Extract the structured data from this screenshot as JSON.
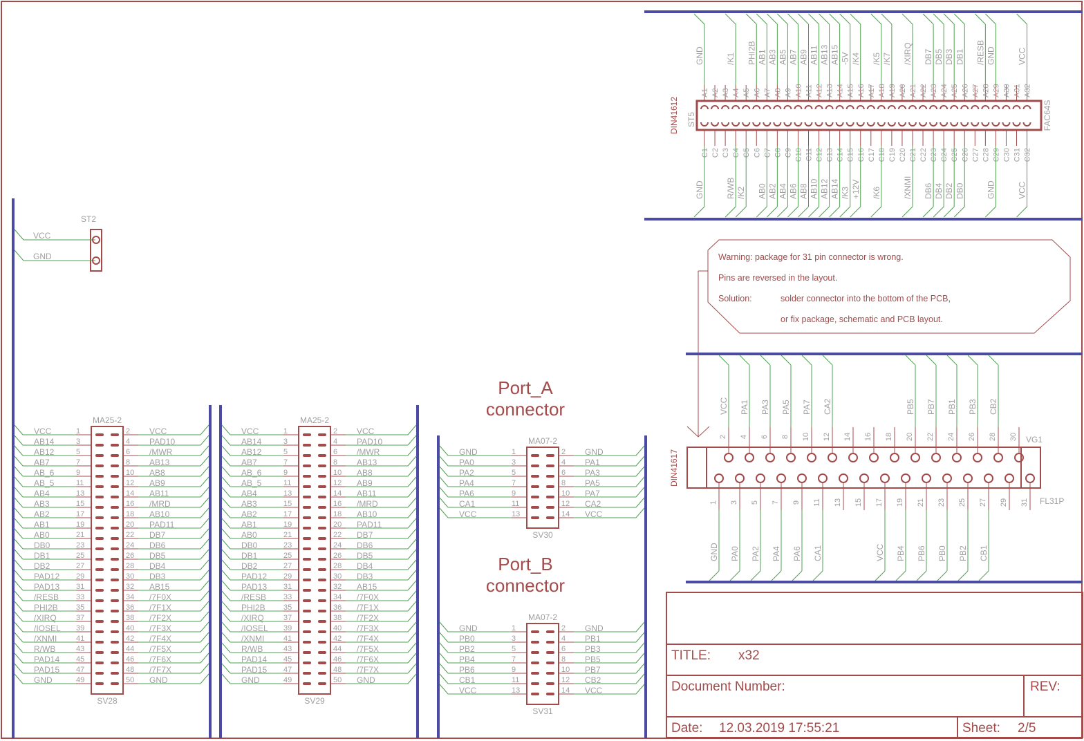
{
  "colors": {
    "frame": "#a34b4b",
    "bus": "#4b4ba3",
    "wire": "#4ea04e",
    "label": "#a0a0a0"
  },
  "st2": {
    "name": "ST2",
    "pins": [
      "VCC",
      "GND"
    ]
  },
  "headers": [
    {
      "id": "sv28",
      "name": "SV28",
      "value": "MA25-2",
      "left": [
        "VCC",
        "AB14",
        "AB12",
        "AB7",
        "AB_6",
        "AB_5",
        "AB4",
        "AB3",
        "AB2",
        "AB1",
        "AB0",
        "DB0",
        "DB1",
        "DB2",
        "PAD12",
        "PAD13",
        "/RESB",
        "PHI2B",
        "/XIRQ",
        "/IOSEL",
        "/XNMI",
        "R/WB",
        "PAD14",
        "PAD15",
        "GND"
      ],
      "right": [
        "VCC",
        "PAD10",
        "/MWR",
        "AB13",
        "AB8",
        "AB9",
        "AB11",
        "/MRD",
        "AB10",
        "PAD11",
        "DB7",
        "DB6",
        "DB5",
        "DB4",
        "DB3",
        "AB15",
        "/7F0X",
        "/7F1X",
        "/7F2X",
        "/7F3X",
        "/7F4X",
        "/7F5X",
        "/7F6X",
        "/7F7X",
        "GND"
      ]
    },
    {
      "id": "sv29",
      "name": "SV29",
      "value": "MA25-2",
      "left": [
        "VCC",
        "AB14",
        "AB12",
        "AB7",
        "AB_6",
        "AB_5",
        "AB4",
        "AB3",
        "AB2",
        "AB1",
        "AB0",
        "DB0",
        "DB1",
        "DB2",
        "PAD12",
        "PAD13",
        "/RESB",
        "PHI2B",
        "/XIRQ",
        "/IOSEL",
        "/XNMI",
        "R/WB",
        "PAD14",
        "PAD15",
        "GND"
      ],
      "right": [
        "VCC",
        "PAD10",
        "/MWR",
        "AB13",
        "AB8",
        "AB9",
        "AB11",
        "/MRD",
        "AB10",
        "PAD11",
        "DB7",
        "DB6",
        "DB5",
        "DB4",
        "DB3",
        "AB15",
        "/7F0X",
        "/7F1X",
        "/7F2X",
        "/7F3X",
        "/7F4X",
        "/7F5X",
        "/7F6X",
        "/7F7X",
        "GND"
      ]
    },
    {
      "id": "sv30",
      "name": "SV30",
      "value": "MA07-2",
      "title_line1": "Port_A",
      "title_line2": "connector",
      "left": [
        "GND",
        "PA0",
        "PA2",
        "PA4",
        "PA6",
        "CA1",
        "VCC"
      ],
      "right": [
        "GND",
        "PA1",
        "PA3",
        "PA5",
        "PA7",
        "CA2",
        "VCC"
      ]
    },
    {
      "id": "sv31",
      "name": "SV31",
      "value": "MA07-2",
      "title_line1": "Port_B",
      "title_line2": "connector",
      "left": [
        "GND",
        "PB0",
        "PB2",
        "PB4",
        "PB6",
        "CB1",
        "VCC"
      ],
      "right": [
        "GND",
        "PB1",
        "PB3",
        "PB5",
        "PB7",
        "CB2",
        "VCC"
      ]
    }
  ],
  "st5": {
    "name": "ST5",
    "value": "DIN41612",
    "package": "FAC64S",
    "a_signals": [
      "GND",
      "",
      "",
      "/K1",
      "",
      "PHI2B",
      "AB1",
      "AB3",
      "AB5",
      "AB7",
      "AB9",
      "AB11",
      "AB13",
      "AB15",
      "-5V",
      "/K4",
      "",
      "/K5",
      "/K7",
      "",
      "/XIRQ",
      "",
      "DB7",
      "DB5",
      "DB3",
      "DB1",
      "",
      "/RESB",
      "GND",
      "",
      "",
      "VCC"
    ],
    "c_signals": [
      "GND",
      "",
      "",
      "R/WB",
      "/K2",
      "",
      "AB0",
      "AB2",
      "AB4",
      "AB6",
      "AB8",
      "AB10",
      "AB12",
      "AB14",
      "/K3",
      "+12V",
      "",
      "/K6",
      "",
      "",
      "/XNMI",
      "",
      "DB6",
      "DB4",
      "DB2",
      "DB0",
      "",
      "",
      "GND",
      "",
      "",
      "VCC"
    ]
  },
  "vg1": {
    "name": "VG1",
    "value": "DIN41617",
    "package": "FL31P",
    "even_signals": {
      "2": "VCC",
      "4": "PA1",
      "6": "PA3",
      "8": "PA5",
      "10": "PA7",
      "12": "CA2",
      "14": "",
      "16": "",
      "18": "",
      "20": "PB5",
      "22": "PB7",
      "24": "PB1",
      "26": "PB3",
      "28": "CB2",
      "30": ""
    },
    "odd_signals": {
      "1": "GND",
      "3": "PA0",
      "5": "PA2",
      "7": "PA4",
      "9": "PA6",
      "11": "CA1",
      "13": "",
      "15": "",
      "17": "VCC",
      "19": "PB4",
      "21": "PB6",
      "23": "PB0",
      "25": "PB2",
      "27": "CB1",
      "29": "",
      "31": ""
    }
  },
  "warning": {
    "line1": "Warning: package for 31 pin connector is wrong.",
    "line2": "Pins are reversed in the layout.",
    "solution_label": "Solution:",
    "solution_line1": "solder connector into the bottom of the PCB,",
    "solution_line2": "or fix package, schematic and PCB layout."
  },
  "title_block": {
    "title_label": "TITLE:",
    "title_value": "x32",
    "docnum_label": "Document Number:",
    "rev_label": "REV:",
    "date_label": "Date:",
    "date_value": "12.03.2019 17:55:21",
    "sheet_label": "Sheet:",
    "sheet_value": "2/5"
  }
}
